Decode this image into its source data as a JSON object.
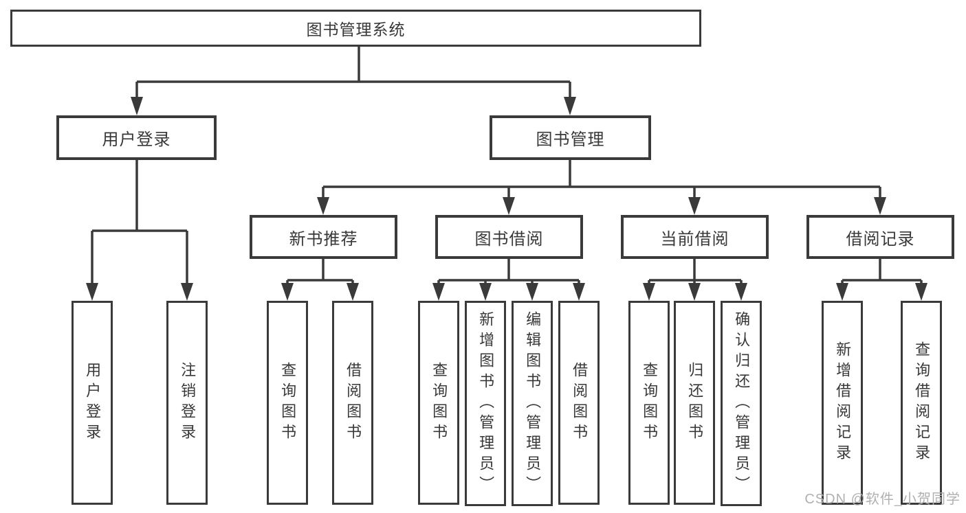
{
  "diagram": {
    "root": "图书管理系统",
    "user_login": {
      "label": "用户登录",
      "children": {
        "login": "用户登录",
        "logout": "注销登录"
      }
    },
    "book_mgmt": {
      "label": "图书管理",
      "new_book_rec": {
        "label": "新书推荐",
        "children": {
          "query": "查询图书",
          "borrow": "借阅图书"
        }
      },
      "book_borrow": {
        "label": "图书借阅",
        "children": {
          "query": "查询图书",
          "add": "新增图书（管理员）",
          "edit": "编辑图书（管理员）",
          "borrow": "借阅图书"
        }
      },
      "current_borrow": {
        "label": "当前借阅",
        "children": {
          "query": "查询图书",
          "return": "归还图书",
          "confirm": "确认归还（管理员）"
        }
      },
      "borrow_records": {
        "label": "借阅记录",
        "children": {
          "add": "新增借阅记录",
          "query": "查询借阅记录"
        }
      }
    }
  },
  "watermark": "CSDN @软件_小贺同学",
  "colors": {
    "line": "#3a3a3a",
    "text": "#383838",
    "watermark": "#b0b0b0",
    "background": "#ffffff"
  }
}
